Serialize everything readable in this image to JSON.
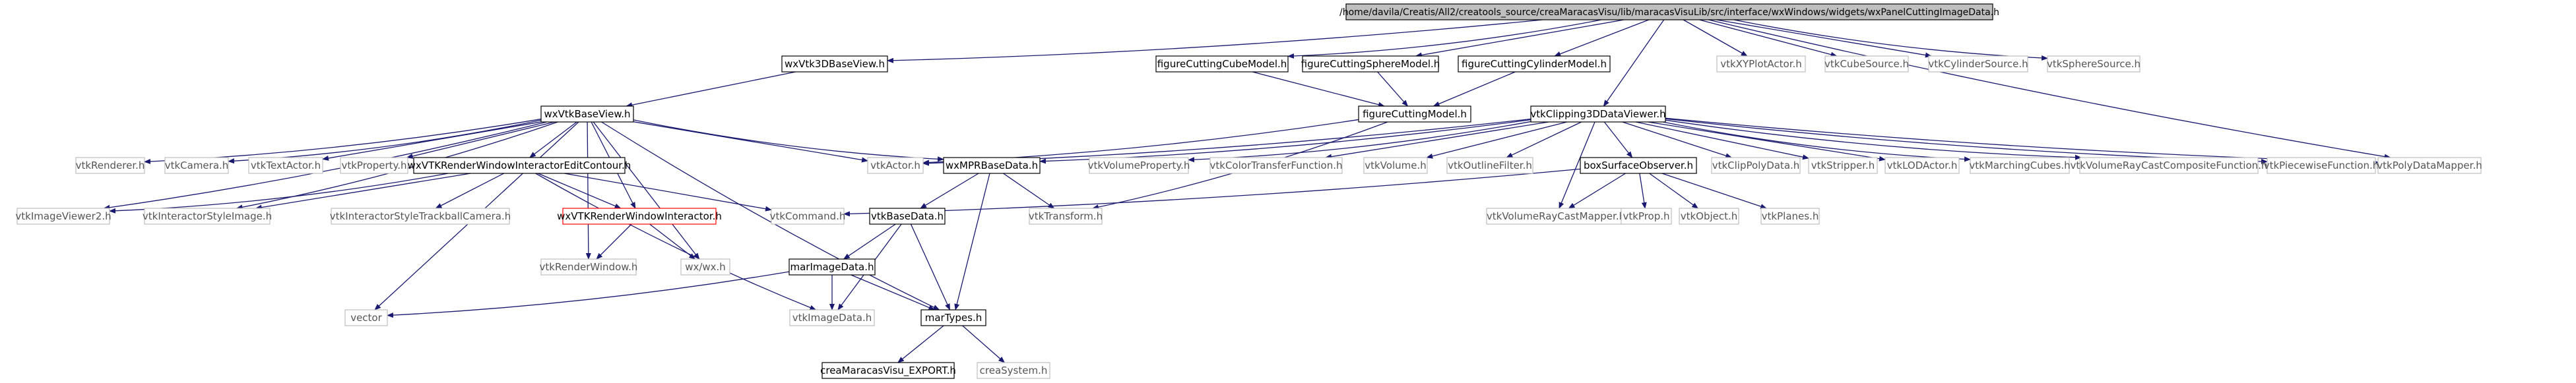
{
  "colors": {
    "edge": "#191970",
    "normal_border": "#000000",
    "normal_text": "#000000",
    "gray_border": "#bfbfbf",
    "gray_text": "#555555",
    "red_border": "#ff0000",
    "root_fill": "#bfbfbf"
  },
  "nodes": [
    {
      "id": "root",
      "label": "/home/davila/Creatis/All2/creatools_source/creaMaracasVisu/lib/maracasVisuLib/src/interface/wxWindows/widgets/wxPanelCuttingImageData.h",
      "style": "root"
    },
    {
      "id": "wxVtk3DBaseView",
      "label": "wxVtk3DBaseView.h",
      "style": "normal"
    },
    {
      "id": "figCube",
      "label": "figureCuttingCubeModel.h",
      "style": "normal"
    },
    {
      "id": "figSphere",
      "label": "figureCuttingSphereModel.h",
      "style": "normal"
    },
    {
      "id": "figCylinder",
      "label": "figureCuttingCylinderModel.h",
      "style": "normal"
    },
    {
      "id": "vtkXYPlotActor",
      "label": "vtkXYPlotActor.h",
      "style": "gray"
    },
    {
      "id": "vtkCubeSource",
      "label": "vtkCubeSource.h",
      "style": "gray"
    },
    {
      "id": "vtkCylinderSource",
      "label": "vtkCylinderSource.h",
      "style": "gray"
    },
    {
      "id": "vtkSphereSource",
      "label": "vtkSphereSource.h",
      "style": "gray"
    },
    {
      "id": "wxVtkBaseView",
      "label": "wxVtkBaseView.h",
      "style": "normal"
    },
    {
      "id": "figModel",
      "label": "figureCuttingModel.h",
      "style": "normal"
    },
    {
      "id": "vtkClipping3D",
      "label": "vtkClipping3DDataViewer.h",
      "style": "normal"
    },
    {
      "id": "vtkRenderer",
      "label": "vtkRenderer.h",
      "style": "gray"
    },
    {
      "id": "vtkCamera",
      "label": "vtkCamera.h",
      "style": "gray"
    },
    {
      "id": "vtkTextActor",
      "label": "vtkTextActor.h",
      "style": "gray"
    },
    {
      "id": "vtkProperty",
      "label": "vtkProperty.h",
      "style": "gray"
    },
    {
      "id": "wxVTKRWIEC",
      "label": "wxVTKRenderWindowInteractorEditContour.h",
      "style": "normal"
    },
    {
      "id": "vtkActor",
      "label": "vtkActor.h",
      "style": "gray"
    },
    {
      "id": "wxMPRBaseData",
      "label": "wxMPRBaseData.h",
      "style": "normal"
    },
    {
      "id": "vtkVolumeProperty",
      "label": "vtkVolumeProperty.h",
      "style": "gray"
    },
    {
      "id": "vtkColorTransferFunction",
      "label": "vtkColorTransferFunction.h",
      "style": "gray"
    },
    {
      "id": "vtkVolume",
      "label": "vtkVolume.h",
      "style": "gray"
    },
    {
      "id": "vtkOutlineFilter",
      "label": "vtkOutlineFilter.h",
      "style": "gray"
    },
    {
      "id": "boxSurfaceObserver",
      "label": "boxSurfaceObserver.h",
      "style": "normal"
    },
    {
      "id": "vtkClipPolyData",
      "label": "vtkClipPolyData.h",
      "style": "gray"
    },
    {
      "id": "vtkStripper",
      "label": "vtkStripper.h",
      "style": "gray"
    },
    {
      "id": "vtkLODActor",
      "label": "vtkLODActor.h",
      "style": "gray"
    },
    {
      "id": "vtkMarchingCubes",
      "label": "vtkMarchingCubes.h",
      "style": "gray"
    },
    {
      "id": "vtkVolumeRCCF",
      "label": "vtkVolumeRayCastCompositeFunction.h",
      "style": "gray"
    },
    {
      "id": "vtkPiecewiseFunction",
      "label": "vtkPiecewiseFunction.h",
      "style": "gray"
    },
    {
      "id": "vtkPolyDataMapper",
      "label": "vtkPolyDataMapper.h",
      "style": "gray"
    },
    {
      "id": "vtkImageViewer2",
      "label": "vtkImageViewer2.h",
      "style": "gray"
    },
    {
      "id": "vtkInteractorStyleImage",
      "label": "vtkInteractorStyleImage.h",
      "style": "gray"
    },
    {
      "id": "vtkISTC",
      "label": "vtkInteractorStyleTrackballCamera.h",
      "style": "gray"
    },
    {
      "id": "wxVTKRWI",
      "label": "wxVTKRenderWindowInteractor.h",
      "style": "red"
    },
    {
      "id": "vtkCommand",
      "label": "vtkCommand.h",
      "style": "gray"
    },
    {
      "id": "vtkBaseData",
      "label": "vtkBaseData.h",
      "style": "normal"
    },
    {
      "id": "vtkTransform",
      "label": "vtkTransform.h",
      "style": "gray"
    },
    {
      "id": "vtkVolumeRCM",
      "label": "vtkVolumeRayCastMapper.h",
      "style": "gray"
    },
    {
      "id": "vtkProp",
      "label": "vtkProp.h",
      "style": "gray"
    },
    {
      "id": "vtkObject",
      "label": "vtkObject.h",
      "style": "gray"
    },
    {
      "id": "vtkPlanes",
      "label": "vtkPlanes.h",
      "style": "gray"
    },
    {
      "id": "vtkRenderWindow",
      "label": "vtkRenderWindow.h",
      "style": "gray"
    },
    {
      "id": "wxwx",
      "label": "wx/wx.h",
      "style": "gray"
    },
    {
      "id": "marImageData",
      "label": "marImageData.h",
      "style": "normal"
    },
    {
      "id": "vector",
      "label": "vector",
      "style": "gray"
    },
    {
      "id": "vtkImageData",
      "label": "vtkImageData.h",
      "style": "gray"
    },
    {
      "id": "marTypes",
      "label": "marTypes.h",
      "style": "normal"
    },
    {
      "id": "creaExport",
      "label": "creaMaracasVisu_EXPORT.h",
      "style": "normal"
    },
    {
      "id": "creaSystem",
      "label": "creaSystem.h",
      "style": "gray"
    }
  ],
  "edges": [
    [
      "root",
      "wxVtk3DBaseView"
    ],
    [
      "root",
      "figCube"
    ],
    [
      "root",
      "figSphere"
    ],
    [
      "root",
      "figCylinder"
    ],
    [
      "root",
      "vtkClipping3D"
    ],
    [
      "root",
      "vtkXYPlotActor"
    ],
    [
      "root",
      "vtkCubeSource"
    ],
    [
      "root",
      "vtkCylinderSource"
    ],
    [
      "root",
      "vtkSphereSource"
    ],
    [
      "root",
      "vtkPolyDataMapper"
    ],
    [
      "wxVtk3DBaseView",
      "wxVtkBaseView"
    ],
    [
      "figCube",
      "figModel"
    ],
    [
      "figSphere",
      "figModel"
    ],
    [
      "figCylinder",
      "figModel"
    ],
    [
      "figModel",
      "vtkActor"
    ],
    [
      "figModel",
      "vtkTransform"
    ],
    [
      "wxVtkBaseView",
      "vtkRenderer"
    ],
    [
      "wxVtkBaseView",
      "vtkCamera"
    ],
    [
      "wxVtkBaseView",
      "vtkTextActor"
    ],
    [
      "wxVtkBaseView",
      "vtkProperty"
    ],
    [
      "wxVtkBaseView",
      "wxVTKRWIEC"
    ],
    [
      "wxVtkBaseView",
      "vtkActor"
    ],
    [
      "wxVtkBaseView",
      "wxMPRBaseData"
    ],
    [
      "wxVtkBaseView",
      "vtkImageViewer2"
    ],
    [
      "wxVtkBaseView",
      "vtkInteractorStyleImage"
    ],
    [
      "wxVtkBaseView",
      "wxVTKRWI"
    ],
    [
      "wxVtkBaseView",
      "vtkRenderWindow"
    ],
    [
      "wxVtkBaseView",
      "wxwx"
    ],
    [
      "wxVtkBaseView",
      "vector"
    ],
    [
      "wxVtkBaseView",
      "marTypes"
    ],
    [
      "wxVTKRWIEC",
      "vtkImageViewer2"
    ],
    [
      "wxVTKRWIEC",
      "vtkInteractorStyleImage"
    ],
    [
      "wxVTKRWIEC",
      "vtkISTC"
    ],
    [
      "wxVTKRWIEC",
      "wxVTKRWI"
    ],
    [
      "wxVTKRWIEC",
      "vtkCommand"
    ],
    [
      "wxVTKRWIEC",
      "vtkImageData"
    ],
    [
      "wxVTKRWI",
      "vtkRenderWindow"
    ],
    [
      "wxVTKRWI",
      "wxwx"
    ],
    [
      "vtkClipping3D",
      "wxMPRBaseData"
    ],
    [
      "vtkClipping3D",
      "vtkActor"
    ],
    [
      "vtkClipping3D",
      "vtkVolumeProperty"
    ],
    [
      "vtkClipping3D",
      "vtkColorTransferFunction"
    ],
    [
      "vtkClipping3D",
      "vtkVolume"
    ],
    [
      "vtkClipping3D",
      "vtkOutlineFilter"
    ],
    [
      "vtkClipping3D",
      "boxSurfaceObserver"
    ],
    [
      "vtkClipping3D",
      "vtkClipPolyData"
    ],
    [
      "vtkClipping3D",
      "vtkStripper"
    ],
    [
      "vtkClipping3D",
      "vtkLODActor"
    ],
    [
      "vtkClipping3D",
      "vtkMarchingCubes"
    ],
    [
      "vtkClipping3D",
      "vtkVolumeRCCF"
    ],
    [
      "vtkClipping3D",
      "vtkPiecewiseFunction"
    ],
    [
      "vtkClipping3D",
      "vtkPolyDataMapper"
    ],
    [
      "vtkClipping3D",
      "vtkVolumeRCM"
    ],
    [
      "wxMPRBaseData",
      "vtkBaseData"
    ],
    [
      "wxMPRBaseData",
      "vtkTransform"
    ],
    [
      "wxMPRBaseData",
      "marTypes"
    ],
    [
      "boxSurfaceObserver",
      "vtkCommand"
    ],
    [
      "boxSurfaceObserver",
      "vtkVolumeRCM"
    ],
    [
      "boxSurfaceObserver",
      "vtkProp"
    ],
    [
      "boxSurfaceObserver",
      "vtkObject"
    ],
    [
      "boxSurfaceObserver",
      "vtkPlanes"
    ],
    [
      "vtkBaseData",
      "marImageData"
    ],
    [
      "vtkBaseData",
      "vtkImageData"
    ],
    [
      "vtkBaseData",
      "marTypes"
    ],
    [
      "marImageData",
      "vector"
    ],
    [
      "marImageData",
      "vtkImageData"
    ],
    [
      "marImageData",
      "marTypes"
    ],
    [
      "marTypes",
      "creaExport"
    ],
    [
      "marTypes",
      "creaSystem"
    ]
  ]
}
